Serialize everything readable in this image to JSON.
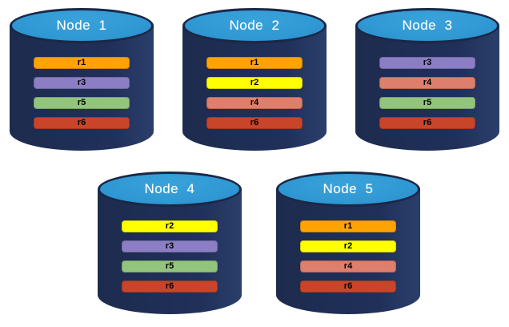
{
  "diagram_title": "database-nodes-replica-placement",
  "canvas": {
    "background": "#FFFFFF"
  },
  "colors": {
    "cylinder_body": "#1F3057",
    "cylinder_top": "#3099D4",
    "cylinder_outline": "#1A2747",
    "title_text": "#FFFFFF",
    "bar_text": "#000000"
  },
  "replica_colors": {
    "r1": "#FFA303",
    "r2": "#FFFF00",
    "r3": "#8C7EC5",
    "r4": "#DE7E6C",
    "r5": "#92C47E",
    "r6": "#C8452A"
  },
  "nodes": [
    {
      "title": "Node  1",
      "replicas": [
        "r1",
        "r3",
        "r5",
        "r6"
      ]
    },
    {
      "title": "Node  2",
      "replicas": [
        "r1",
        "r2",
        "r4",
        "r6"
      ]
    },
    {
      "title": "Node  3",
      "replicas": [
        "r3",
        "r4",
        "r5",
        "r6"
      ]
    },
    {
      "title": "Node  4",
      "replicas": [
        "r2",
        "r3",
        "r5",
        "r6"
      ]
    },
    {
      "title": "Node  5",
      "replicas": [
        "r1",
        "r2",
        "r4",
        "r6"
      ]
    }
  ]
}
